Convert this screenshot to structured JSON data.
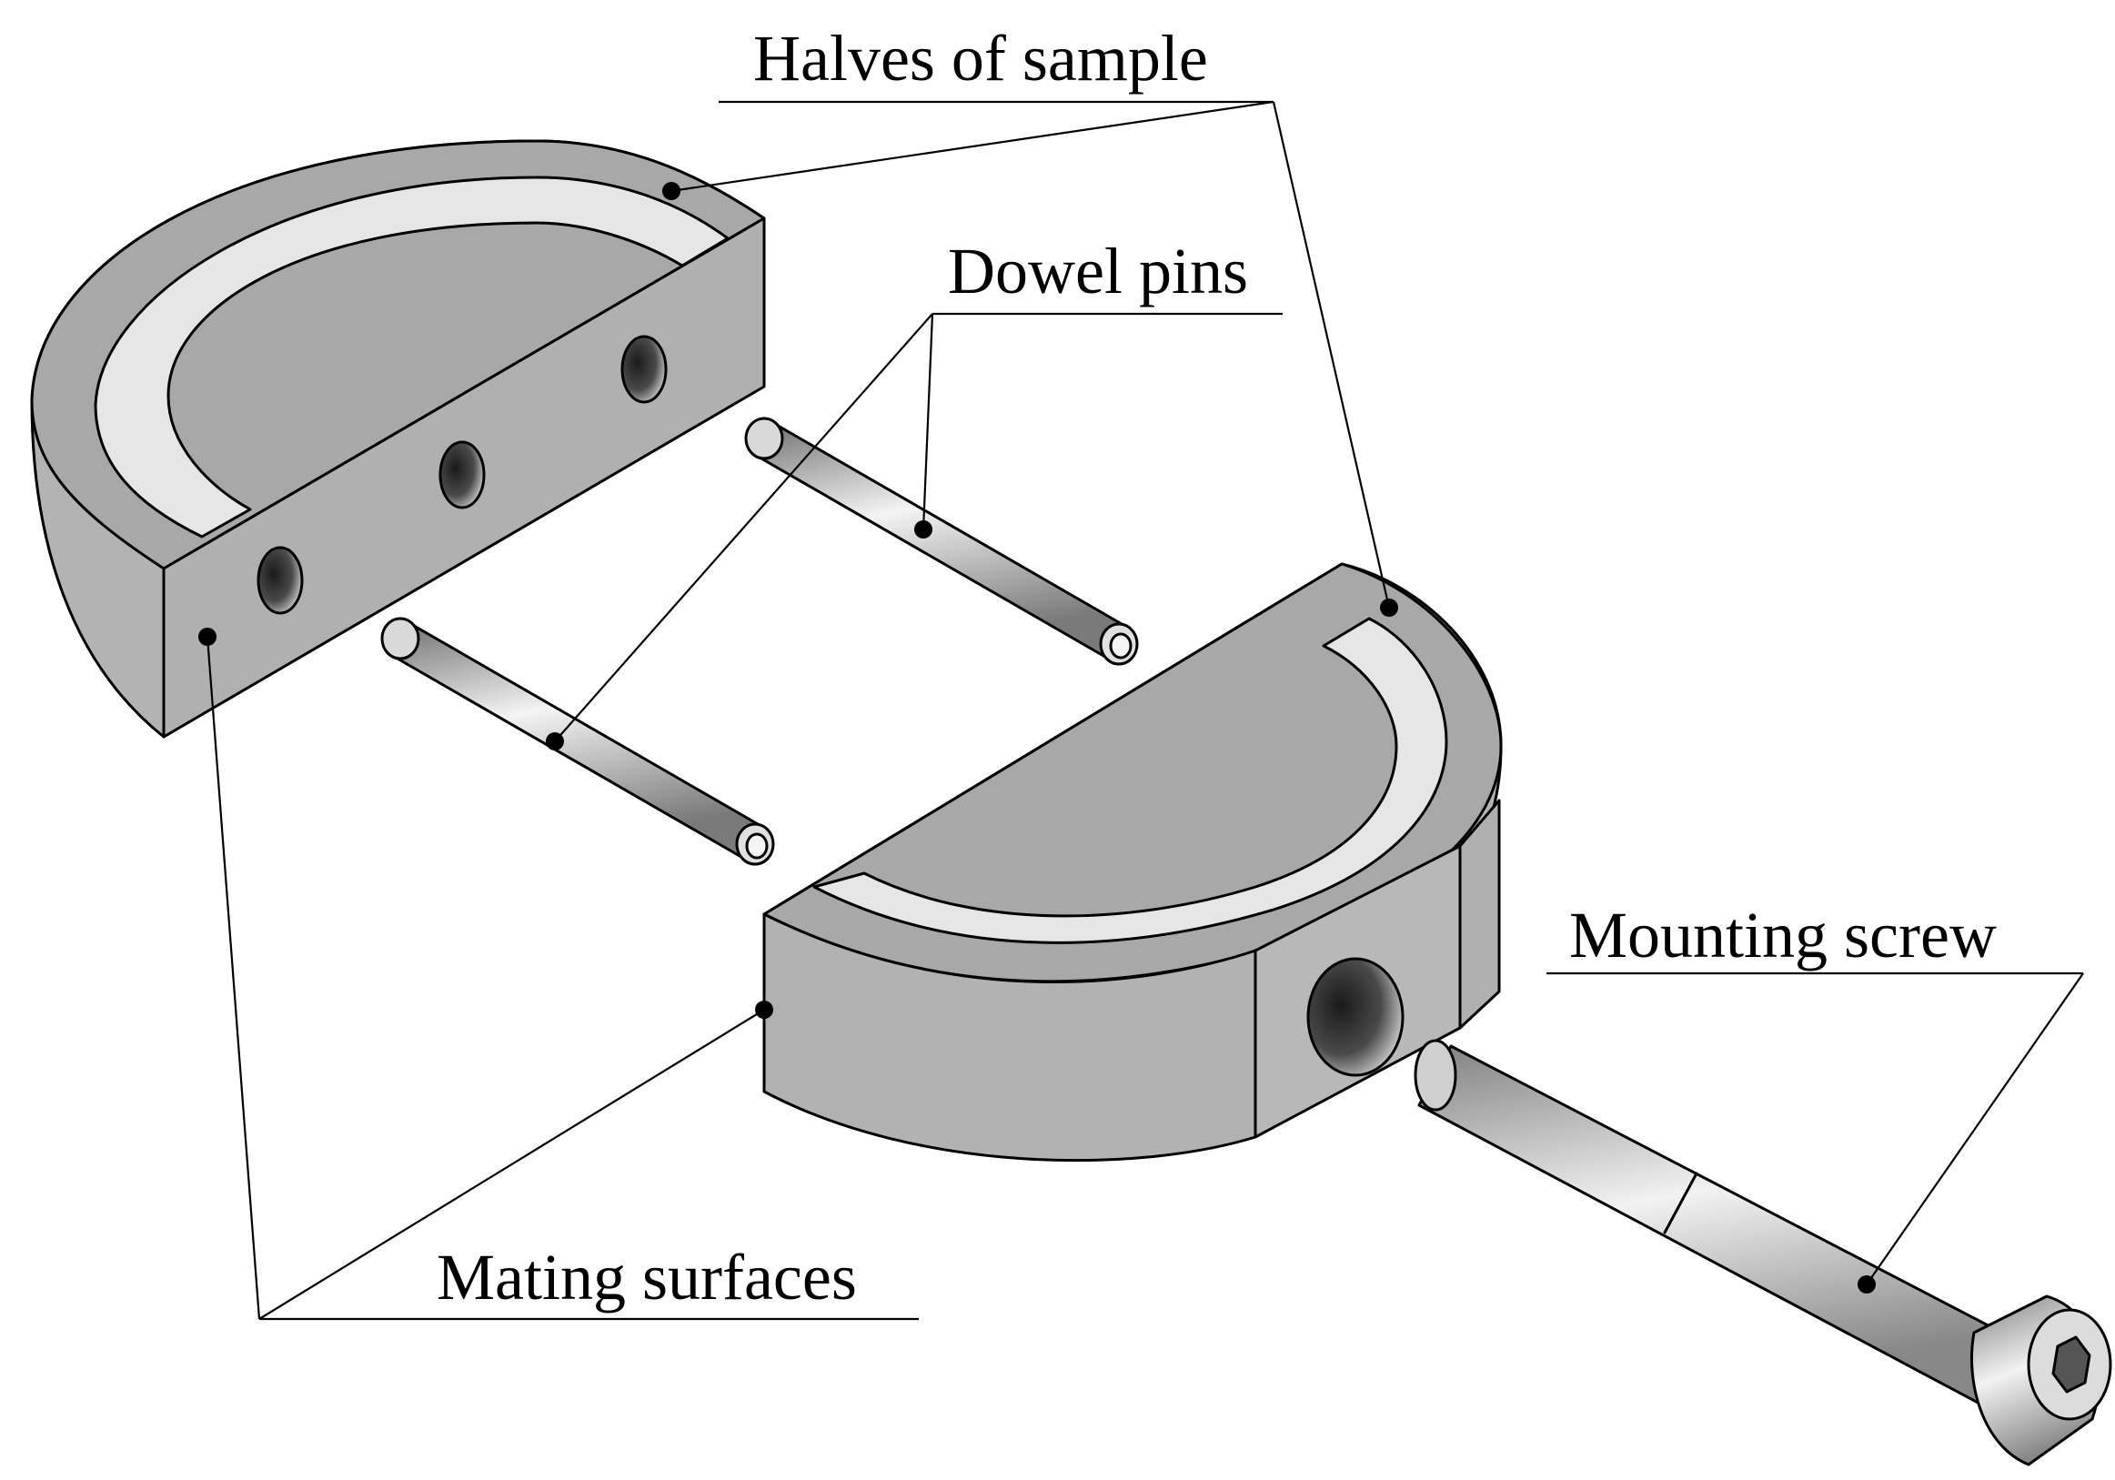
{
  "labels": {
    "halves": "Halves of sample",
    "dowels": "Dowel pins",
    "screw": "Mounting screw",
    "mating": "Mating surfaces"
  },
  "colors": {
    "body_face": "#a9a9a9",
    "side_face": "#b5b5b5",
    "rim": "#e8e8e8",
    "outline": "#000000"
  }
}
